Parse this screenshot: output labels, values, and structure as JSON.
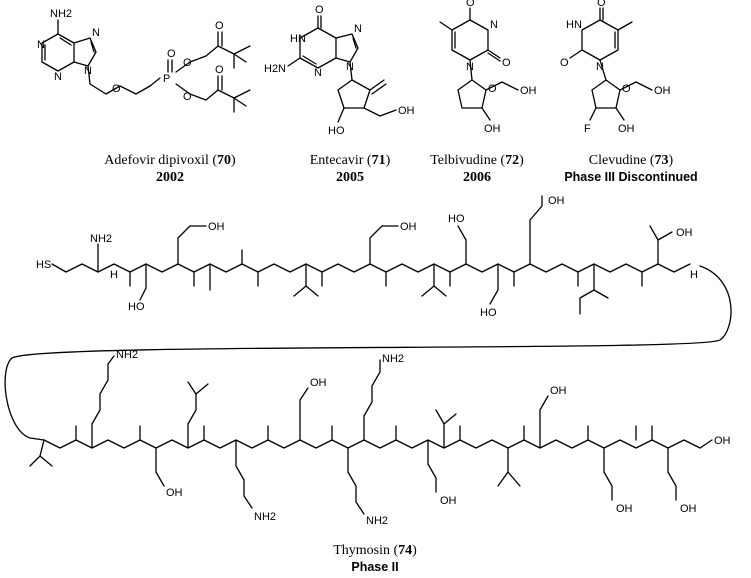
{
  "compounds": [
    {
      "name": "Adefovir dipivoxil",
      "number": "70",
      "status": "2002"
    },
    {
      "name": "Entecavir",
      "number": "71",
      "status": "2005"
    },
    {
      "name": "Telbivudine",
      "number": "72",
      "status": "2006"
    },
    {
      "name": "Clevudine",
      "number": "73",
      "status": "Phase III Discontinued"
    },
    {
      "name": "Thymosin",
      "number": "74",
      "status": "Phase II"
    }
  ],
  "atom_labels": {
    "nh2": "NH2",
    "n": "N",
    "o": "O",
    "p": "P",
    "h2n": "H2N",
    "hn": "HN",
    "h": "H",
    "oh": "OH",
    "ho": "HO",
    "hs": "HS",
    "f": "F",
    "cooh": "OH"
  },
  "colors": {
    "ink": "#000000",
    "background": "#ffffff"
  }
}
